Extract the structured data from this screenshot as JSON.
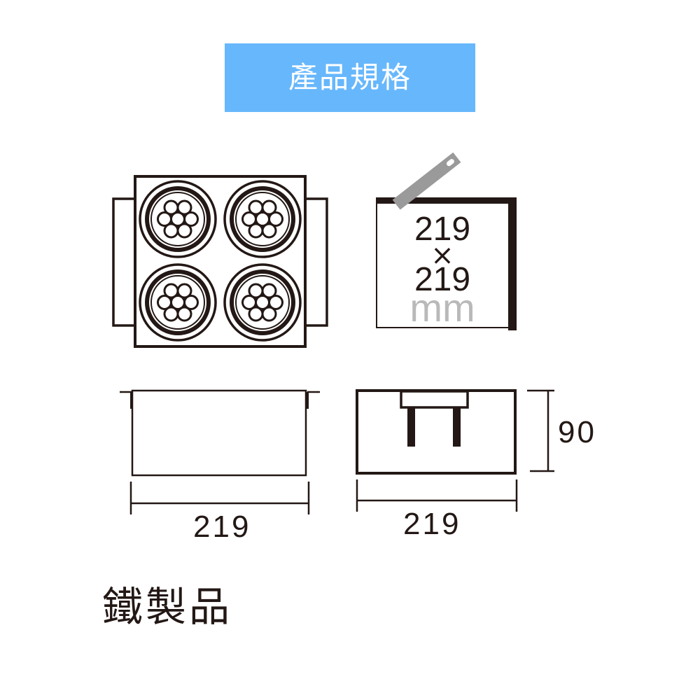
{
  "header": {
    "title": "產品規格",
    "bg_color": "#67b7fc",
    "text_color": "#ffffff"
  },
  "top_view": {
    "fixture_count": 4,
    "leds_per_fixture": 7
  },
  "cutout_icon": {
    "width": "219",
    "times": "×",
    "height": "219",
    "unit": "mm"
  },
  "front_view": {
    "width_label": "219"
  },
  "side_view": {
    "width_label": "219",
    "height_label": "90"
  },
  "material": {
    "label": "鐵製品"
  },
  "colors": {
    "line": "#231815",
    "saw": "#9a9a9a",
    "unit_text": "#b9b9b9"
  }
}
